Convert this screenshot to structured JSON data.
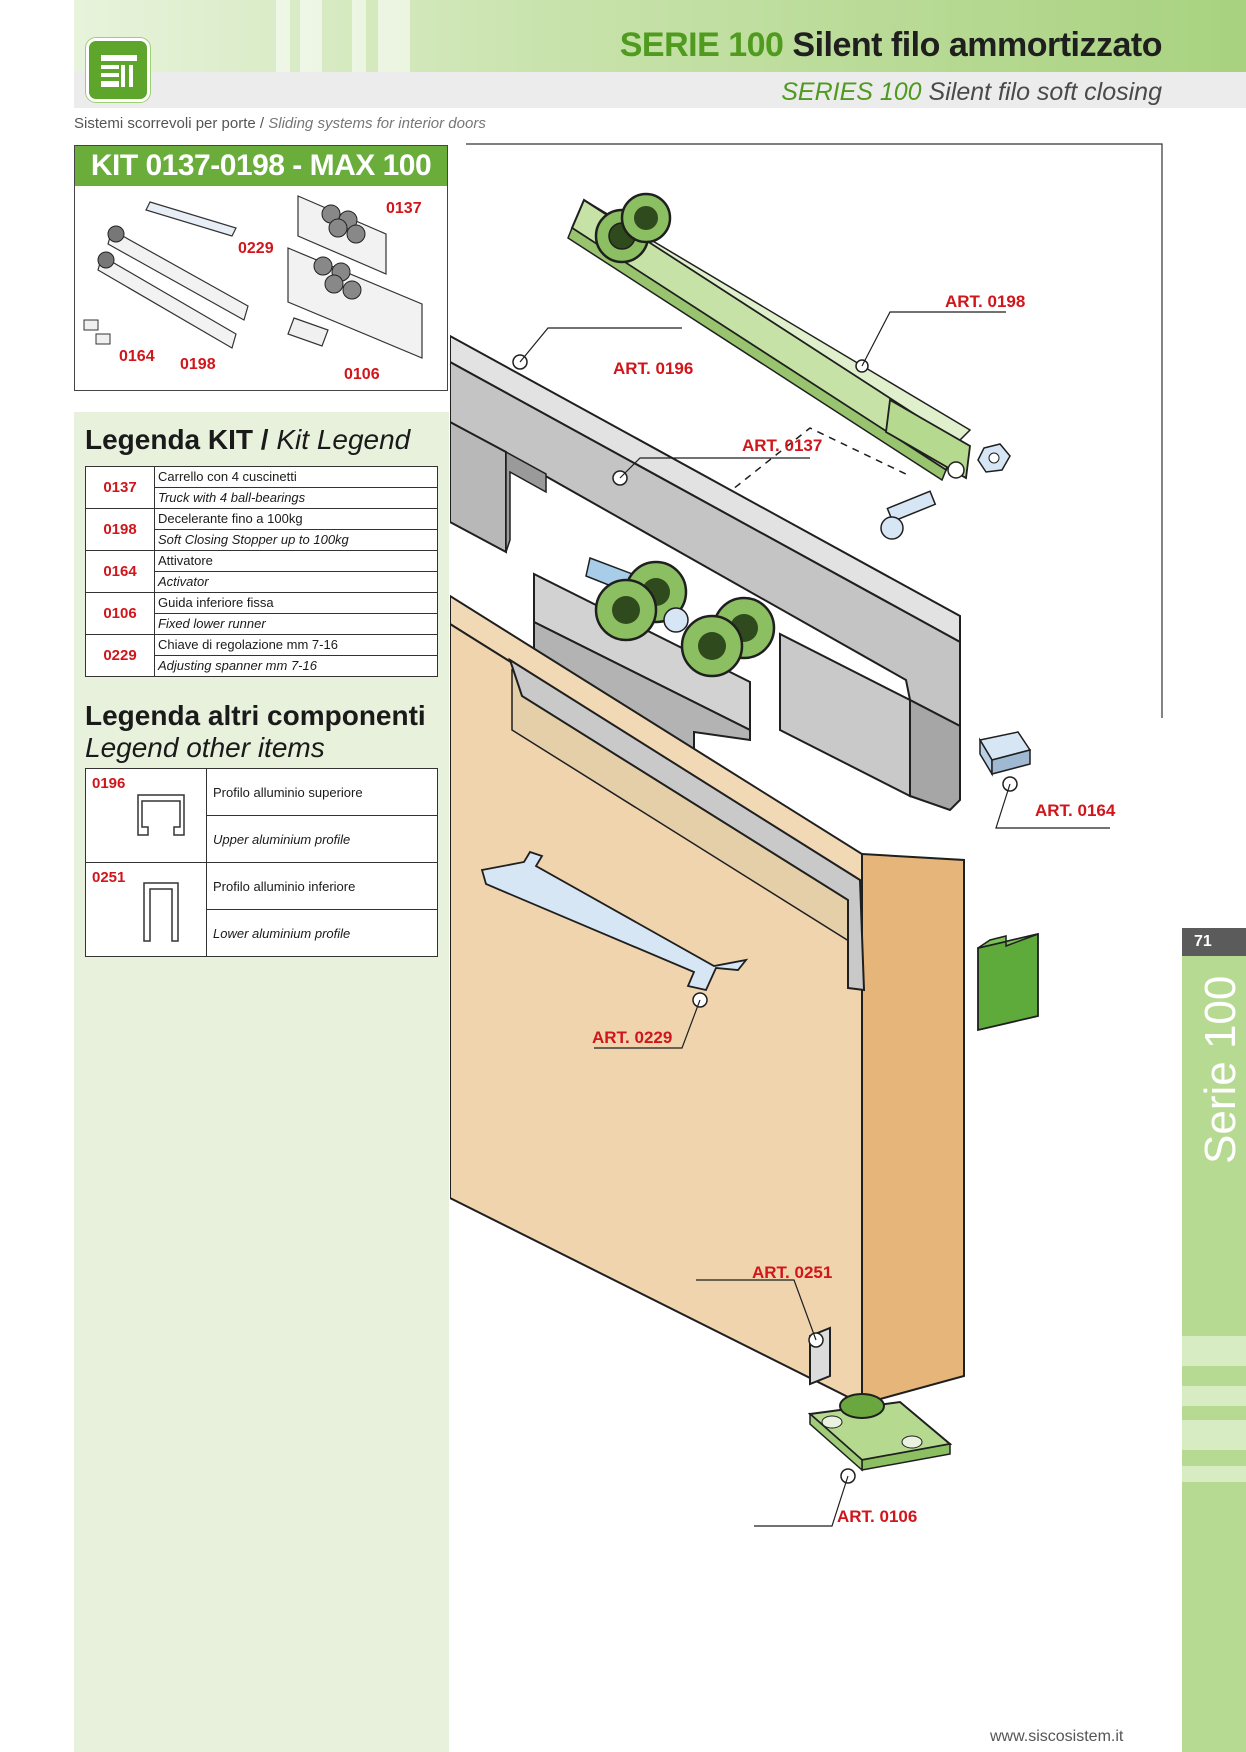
{
  "header": {
    "title_accent": "SERIE 100",
    "title_rest": " Silent filo ammortizzato",
    "subtitle_accent": "SERIES 100",
    "subtitle_rest": " Silent filo soft closing",
    "breadcrumb_it": "Sistemi scorrevoli per porte",
    "breadcrumb_sep": " / ",
    "breadcrumb_en": "Sliding systems for interior doors"
  },
  "kit": {
    "title": "KIT 0137-0198 - MAX 100 KG",
    "labels": [
      "0137",
      "0229",
      "0164",
      "0198",
      "0106"
    ]
  },
  "kit_legend": {
    "heading_bold": "Legenda KIT",
    "heading_sep": " / ",
    "heading_italic": "Kit Legend",
    "rows": [
      {
        "code": "0137",
        "it": "Carrello con 4 cuscinetti",
        "en": "Truck with 4 ball-bearings"
      },
      {
        "code": "0198",
        "it": "Decelerante fino a 100kg",
        "en": "Soft Closing Stopper up to 100kg"
      },
      {
        "code": "0164",
        "it": "Attivatore",
        "en": "Activator"
      },
      {
        "code": "0106",
        "it": "Guida inferiore fissa",
        "en": "Fixed lower runner"
      },
      {
        "code": "0229",
        "it": "Chiave di regolazione mm 7-16",
        "en": "Adjusting spanner mm 7-16"
      }
    ]
  },
  "other_legend": {
    "heading": "Legenda altri componenti",
    "subheading": "Legend other items",
    "rows": [
      {
        "code": "0196",
        "it": "Profilo alluminio superiore",
        "en": "Upper aluminium profile"
      },
      {
        "code": "0251",
        "it": "Profilo alluminio inferiore",
        "en": "Lower aluminium profile"
      }
    ]
  },
  "diagram": {
    "labels": {
      "a0198": "ART. 0198",
      "a0196": "ART. 0196",
      "a0137": "ART. 0137",
      "a0164": "ART. 0164",
      "a0229": "ART. 0229",
      "a0251": "ART. 0251",
      "a0106": "ART. 0106"
    }
  },
  "side_tab": {
    "page_number": "71",
    "section": "Serie 100"
  },
  "footer": {
    "url": "www.siscosistem.it"
  },
  "colors": {
    "brand_green": "#5ea62b",
    "label_red": "#d0161b",
    "door_wood": "#e9c9a0",
    "aluminium": "#c8c8c8",
    "part_green": "#b5d98f"
  }
}
